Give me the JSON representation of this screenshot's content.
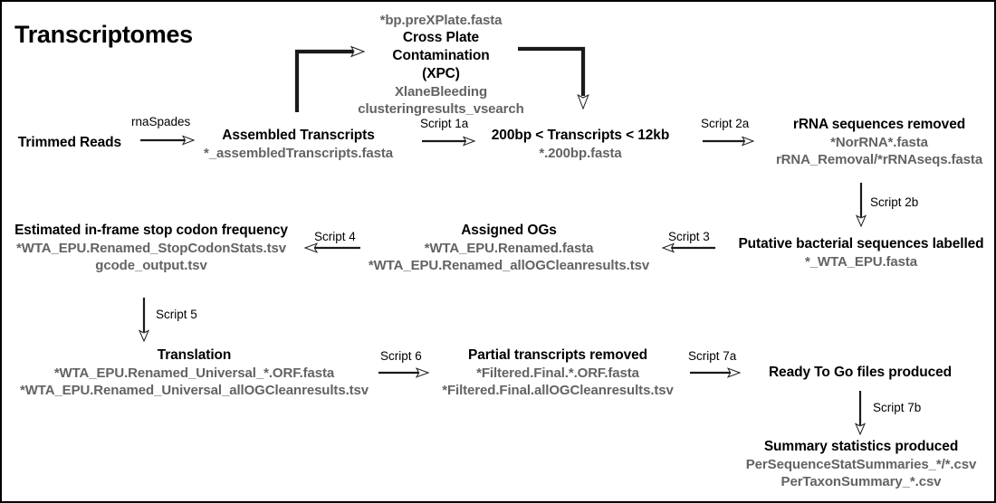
{
  "page": {
    "title": "Transcriptomes",
    "border_color": "#000000",
    "background": "#ffffff",
    "title_color": "#000000",
    "file_text_color": "#636363",
    "arrow_color": "#1a1a1a"
  },
  "nodes": [
    {
      "id": "trimmed-reads",
      "title": "Trimmed Reads",
      "files": []
    },
    {
      "id": "assembled-transcripts",
      "title": "Assembled Transcripts",
      "files": [
        "*_assembledTranscripts.fasta"
      ]
    },
    {
      "id": "cross-plate-contamination",
      "title_lines": [
        "Cross Plate",
        "Contamination",
        "(XPC)"
      ],
      "file_above": "*bp.preXPlate.fasta",
      "files": [
        "XlaneBleeding",
        "clusteringresults_vsearch"
      ]
    },
    {
      "id": "transcript-size-filter",
      "title": "200bp < Transcripts < 12kb",
      "files": [
        "*.200bp.fasta"
      ]
    },
    {
      "id": "rrna-removed",
      "title": "rRNA sequences removed",
      "files": [
        "*NorRNA*.fasta",
        "rRNA_Removal/*rRNAseqs.fasta"
      ]
    },
    {
      "id": "bacterial-labelled",
      "title": "Putative bacterial sequences labelled",
      "files": [
        "*_WTA_EPU.fasta"
      ]
    },
    {
      "id": "assigned-ogs",
      "title": "Assigned OGs",
      "files": [
        "*WTA_EPU.Renamed.fasta",
        "*WTA_EPU.Renamed_allOGCleanresults.tsv"
      ]
    },
    {
      "id": "stop-codon-frequency",
      "title": "Estimated in-frame stop codon frequency",
      "files": [
        "*WTA_EPU.Renamed_StopCodonStats.tsv",
        "gcode_output.tsv"
      ]
    },
    {
      "id": "translation",
      "title": "Translation",
      "files": [
        "*WTA_EPU.Renamed_Universal_*.ORF.fasta",
        "*WTA_EPU.Renamed_Universal_allOGCleanresults.tsv"
      ]
    },
    {
      "id": "partial-transcripts-removed",
      "title": "Partial transcripts removed",
      "files": [
        "*Filtered.Final.*.ORF.fasta",
        "*Filtered.Final.allOGCleanresults.tsv"
      ]
    },
    {
      "id": "ready-to-go",
      "title": "Ready To Go files produced",
      "files": []
    },
    {
      "id": "summary-statistics",
      "title": "Summary statistics produced",
      "files": [
        "PerSequenceStatSummaries_*/*.csv",
        "PerTaxonSummary_*.csv"
      ]
    }
  ],
  "edges": [
    {
      "id": "e-rnaspades",
      "label": "rnaSpades",
      "from": "trimmed-reads",
      "to": "assembled-transcripts",
      "direction": "right"
    },
    {
      "id": "e-xpc-in",
      "label": "",
      "from": "assembled-transcripts",
      "to": "cross-plate-contamination",
      "direction": "elbow-up-right"
    },
    {
      "id": "e-xpc-out",
      "label": "",
      "from": "cross-plate-contamination",
      "to": "transcript-size-filter",
      "direction": "elbow-right-down"
    },
    {
      "id": "e-script1a",
      "label": "Script 1a",
      "from": "assembled-transcripts",
      "to": "transcript-size-filter",
      "direction": "right"
    },
    {
      "id": "e-script2a",
      "label": "Script 2a",
      "from": "transcript-size-filter",
      "to": "rrna-removed",
      "direction": "right"
    },
    {
      "id": "e-script2b",
      "label": "Script 2b",
      "from": "rrna-removed",
      "to": "bacterial-labelled",
      "direction": "down"
    },
    {
      "id": "e-script3",
      "label": "Script 3",
      "from": "bacterial-labelled",
      "to": "assigned-ogs",
      "direction": "left"
    },
    {
      "id": "e-script4",
      "label": "Script 4",
      "from": "assigned-ogs",
      "to": "stop-codon-frequency",
      "direction": "left"
    },
    {
      "id": "e-script5",
      "label": "Script 5",
      "from": "stop-codon-frequency",
      "to": "translation",
      "direction": "down"
    },
    {
      "id": "e-script6",
      "label": "Script 6",
      "from": "translation",
      "to": "partial-transcripts-removed",
      "direction": "right"
    },
    {
      "id": "e-script7a",
      "label": "Script 7a",
      "from": "partial-transcripts-removed",
      "to": "ready-to-go",
      "direction": "right"
    },
    {
      "id": "e-script7b",
      "label": "Script 7b",
      "from": "ready-to-go",
      "to": "summary-statistics",
      "direction": "down"
    }
  ]
}
